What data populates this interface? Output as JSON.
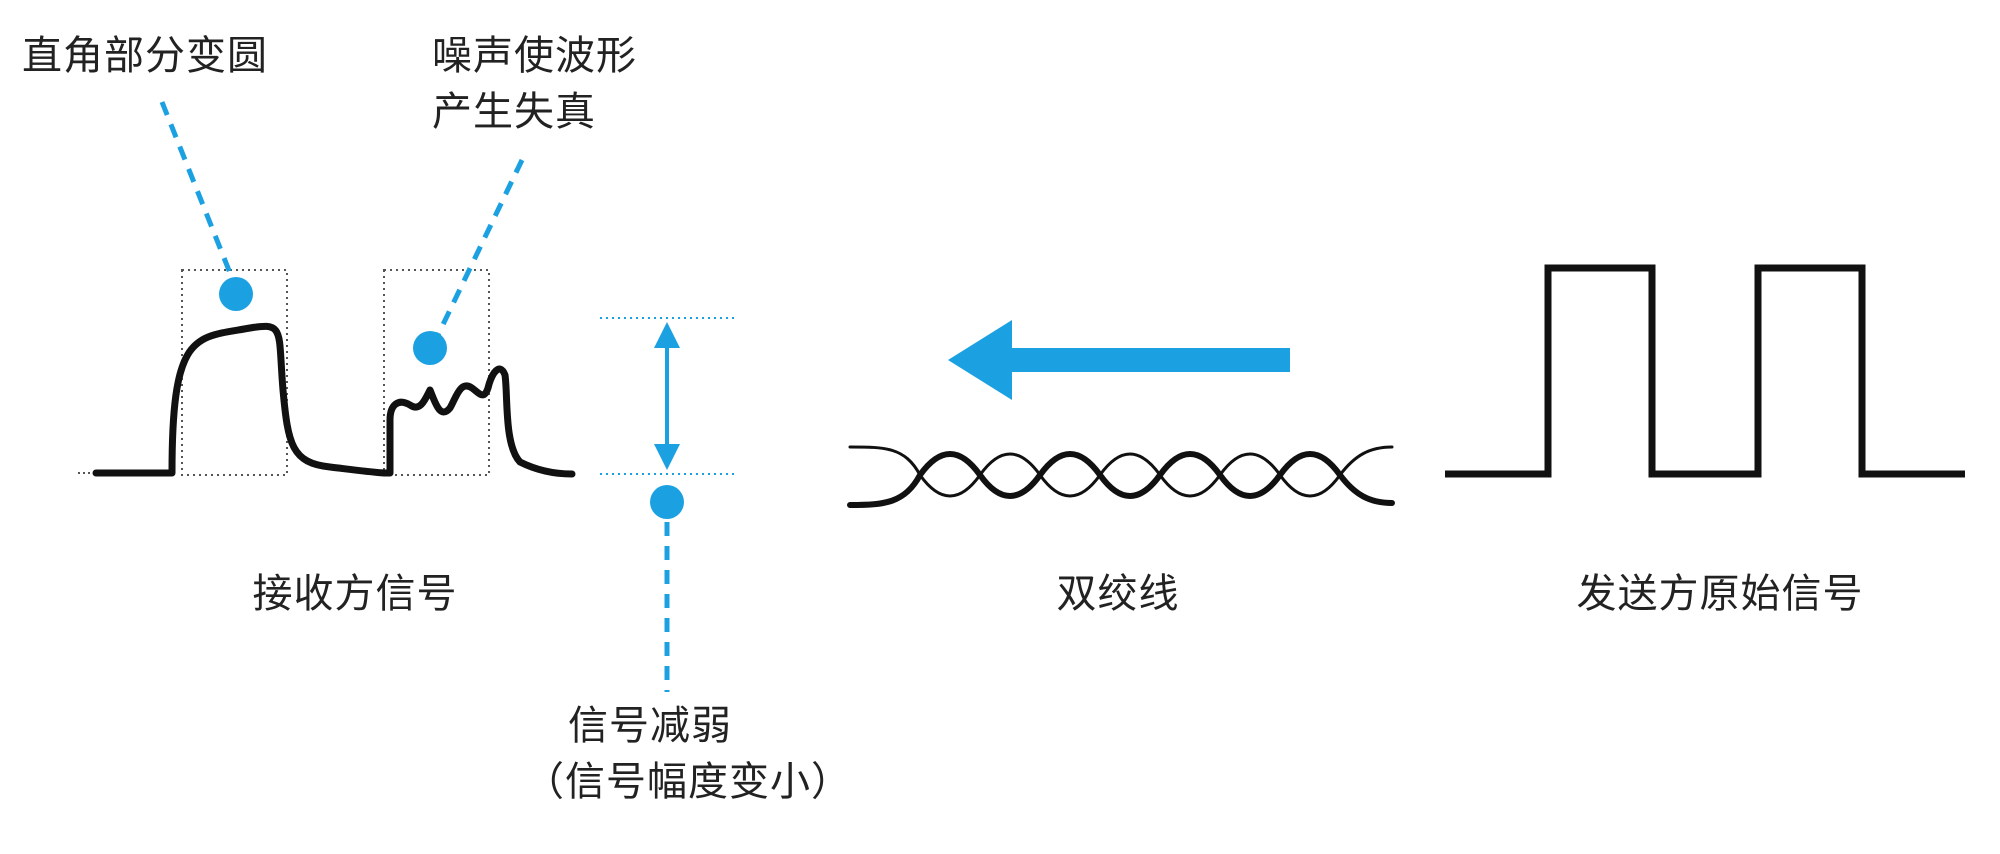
{
  "labels": {
    "corner_rounded": "直角部分变圆",
    "noise_line1": "噪声使波形",
    "noise_line2": "产生失真",
    "receiver": "接收方信号",
    "twisted_pair": "双绞线",
    "sender": "发送方原始信号",
    "attenuation_line1": "信号减弱",
    "attenuation_line2": "（信号幅度变小）"
  },
  "colors": {
    "accent": "#1ba1e2",
    "line": "#111111",
    "dotted_box": "#555555",
    "text": "#222222"
  },
  "icons": {
    "direction_arrow": "arrow-left-icon",
    "amplitude_arrow": "double-arrow-vertical-icon"
  }
}
